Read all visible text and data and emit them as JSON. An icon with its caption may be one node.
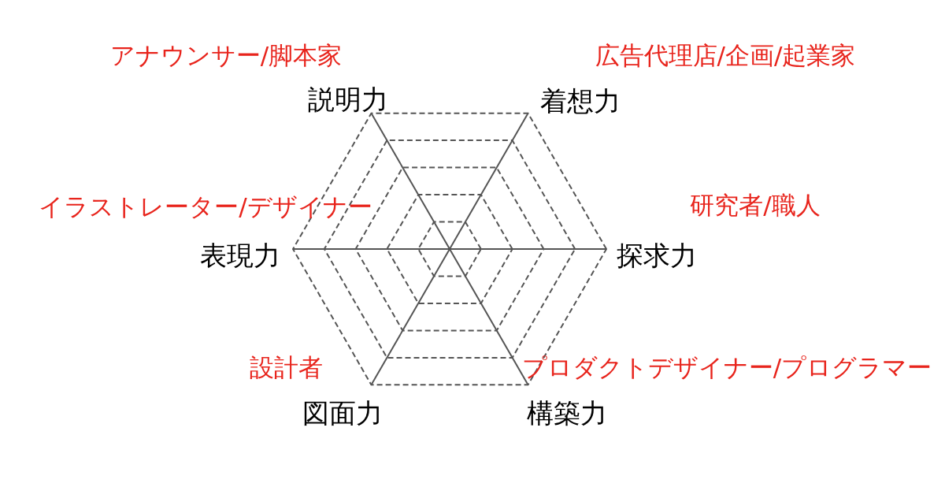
{
  "diagram": {
    "labels": [
      "アナウンサー/脚本家",
      "広告代理店/企画/起業家",
      "説明力",
      "着想力",
      "イラストレーター/デザイナー",
      "研究者/職人",
      "表現力",
      "探求力",
      "設計者",
      "プロダクトデザイナー/プログラマー",
      "図面力",
      "構築力"
    ]
  }
}
